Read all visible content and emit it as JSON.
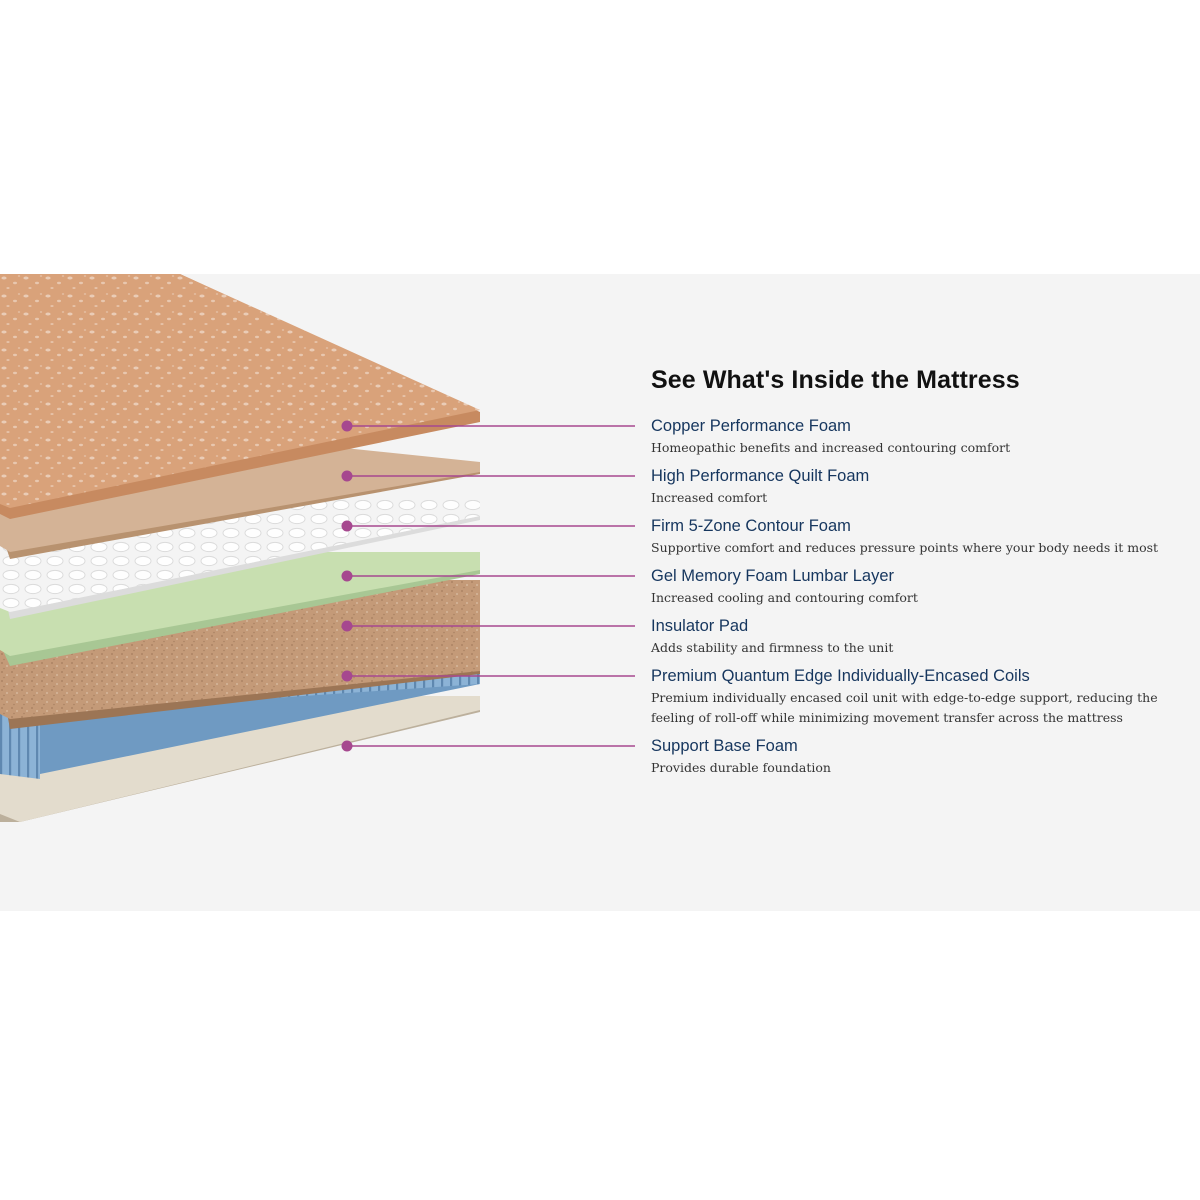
{
  "title": "See What's Inside the Mattress",
  "accent_color": "#a6488f",
  "label_color": "#16365e",
  "layers": [
    {
      "name": "Copper Performance Foam",
      "description": "Homeopathic benefits and increased contouring comfort",
      "color": "#d9a27a"
    },
    {
      "name": "High Performance Quilt Foam",
      "description": "Increased comfort",
      "color": "#d4b396"
    },
    {
      "name": "Firm 5-Zone Contour Foam",
      "description": "Supportive comfort and reduces pressure points where your body needs it most",
      "color": "#f4f4f4"
    },
    {
      "name": "Gel Memory Foam Lumbar Layer",
      "description": "Increased cooling and contouring comfort",
      "color": "#c8dfb0"
    },
    {
      "name": "Insulator Pad",
      "description": "Adds stability and firmness to the unit",
      "color": "#c49a78"
    },
    {
      "name": "Premium Quantum Edge Individually-Encased Coils",
      "description": "Premium individually encased coil unit with edge-to-edge support, reducing the feeling of roll-off while minimizing movement transfer across the mattress",
      "color": "#8fb6d8"
    },
    {
      "name": "Support Base Foam",
      "description": "Provides durable foundation",
      "color": "#e3dccd"
    }
  ]
}
